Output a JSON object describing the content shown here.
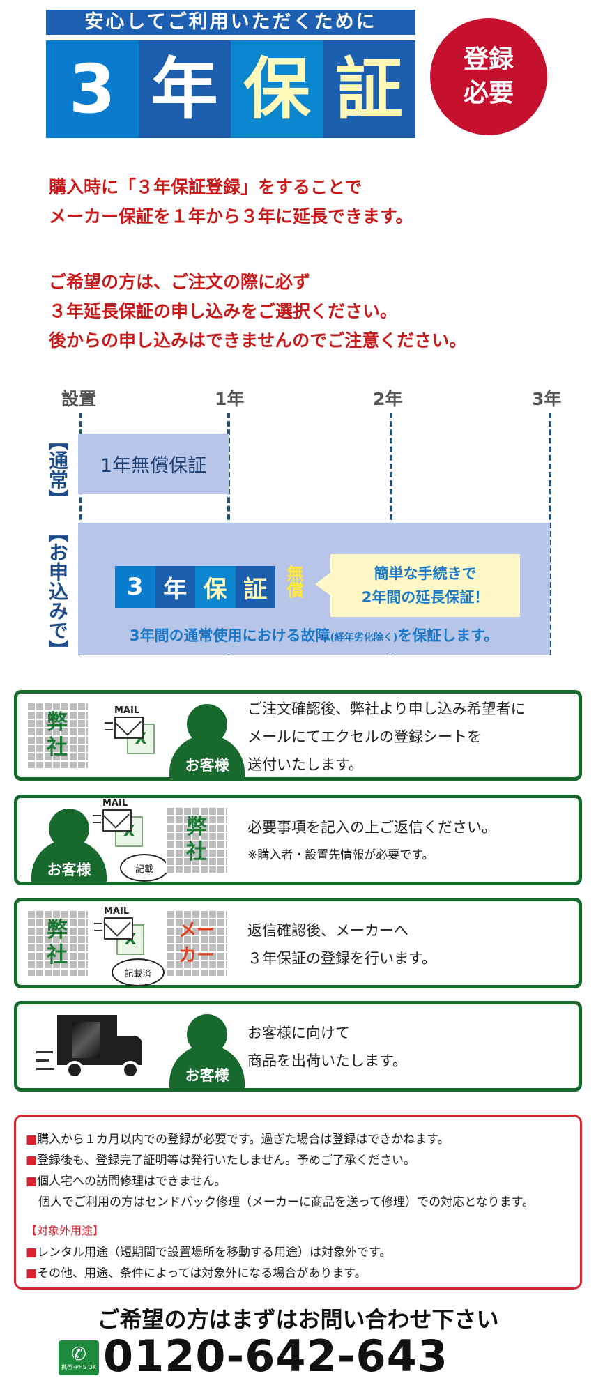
{
  "header": {
    "tagline": "安心してご利用いただくために",
    "big_chars": [
      "3",
      "年",
      "保",
      "証"
    ],
    "badge_line1": "登録",
    "badge_line2": "必要"
  },
  "intro": {
    "lines": [
      "購入時に「３年保証登録」をすることで",
      "メーカー保証を１年から３年に延長できます。",
      "ご希望の方は、ご注文の際に必ず",
      "３年延長保証の申し込みをご選択ください。",
      "後からの申し込みはできませんのでご注意ください。"
    ]
  },
  "timeline": {
    "labels": [
      "設置",
      "1年",
      "2年",
      "3年"
    ],
    "normal_label": "【通常】",
    "normal_text": "1年無償保証",
    "apply_label": "【お申込みで】",
    "mini_chars": [
      "3",
      "年",
      "保",
      "証"
    ],
    "free_label": "無償",
    "callout_line1": "簡単な手続きで",
    "callout_line2": "2年間の延長保証！",
    "guarantee_main": "3年間の通常使用における故障",
    "guarantee_small": "(経年劣化除く)",
    "guarantee_end": "を保証します。"
  },
  "steps": {
    "company": [
      "弊",
      "社"
    ],
    "maker": [
      "メー",
      "カー"
    ],
    "customer": "お客様",
    "mail_label": "MAIL",
    "excel_mark": "X",
    "filled_label": "記載",
    "filled_done_label": "記載済",
    "step1": [
      "ご注文確認後、弊社より申し込み希望者に",
      "メールにてエクセルの登録シートを",
      "送付いたします。"
    ],
    "step2_main": "必要事項を記入の上ご返信ください。",
    "step2_note": "※購入者・設置先情報が必要です。",
    "step3": [
      "返信確認後、メーカーへ",
      "３年保証の登録を行います。"
    ],
    "step4": [
      "お客様に向けて",
      "商品を出荷いたします。"
    ]
  },
  "notes": {
    "bullet": "■",
    "items": [
      "購入から１カ月以内での登録が必要です。過ぎた場合は登録はできかねます。",
      "登録後も、登録完了証明等は発行いたしません。予めご了承ください。",
      "個人宅への訪問修理はできません。"
    ],
    "sub": "個人でご利用の方はセンドバック修理（メーカーに商品を送って修理）での対応となります。",
    "section_head": "【対象外用途】",
    "exclusions": [
      "レンタル用途（短期間で設置場所を移動する用途）は対象外です。",
      "その他、用途、条件によっては対象外になる場合があります。"
    ]
  },
  "footer": {
    "cta": "ご希望の方はまずはお問い合わせ下さい",
    "freedial_icon": "✆",
    "freedial_small": "携帯･PHS OK",
    "phone": "0120-642-643"
  },
  "colors": {
    "accent_red": "#c81b1b",
    "accent_blue": "#1d5fb1",
    "step_green": "#17692e",
    "timeline_fill": "#b6c5e8"
  }
}
